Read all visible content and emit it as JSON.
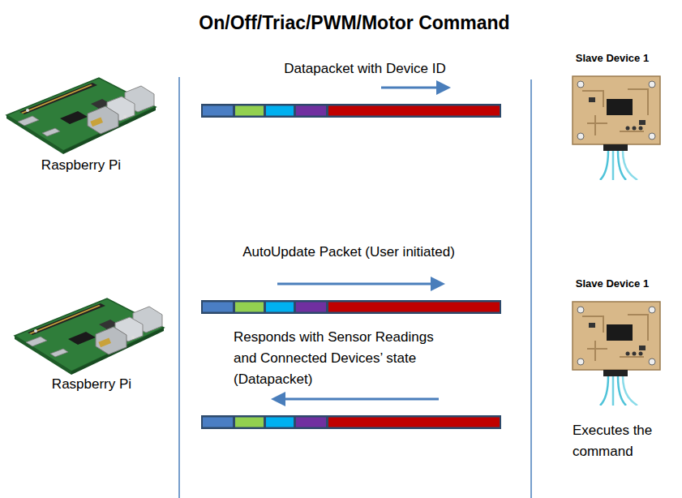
{
  "diagram": {
    "title": "On/Off/Triac/PWM/Motor Command",
    "nodes": [
      {
        "text": [
          "Raspberry Pi"
        ]
      },
      {
        "text": [
          "Slave Device 1"
        ]
      },
      {
        "text": [
          "Raspberry Pi"
        ]
      },
      {
        "text": [
          "Slave Device 1"
        ]
      }
    ],
    "labels": [
      "Datapacket with Device ID",
      "AutoUpdate Packet (User initiated)",
      "Responds with Sensor Readings and Connected Devices’ state (Datapacket)",
      "Executes the command"
    ]
  }
}
